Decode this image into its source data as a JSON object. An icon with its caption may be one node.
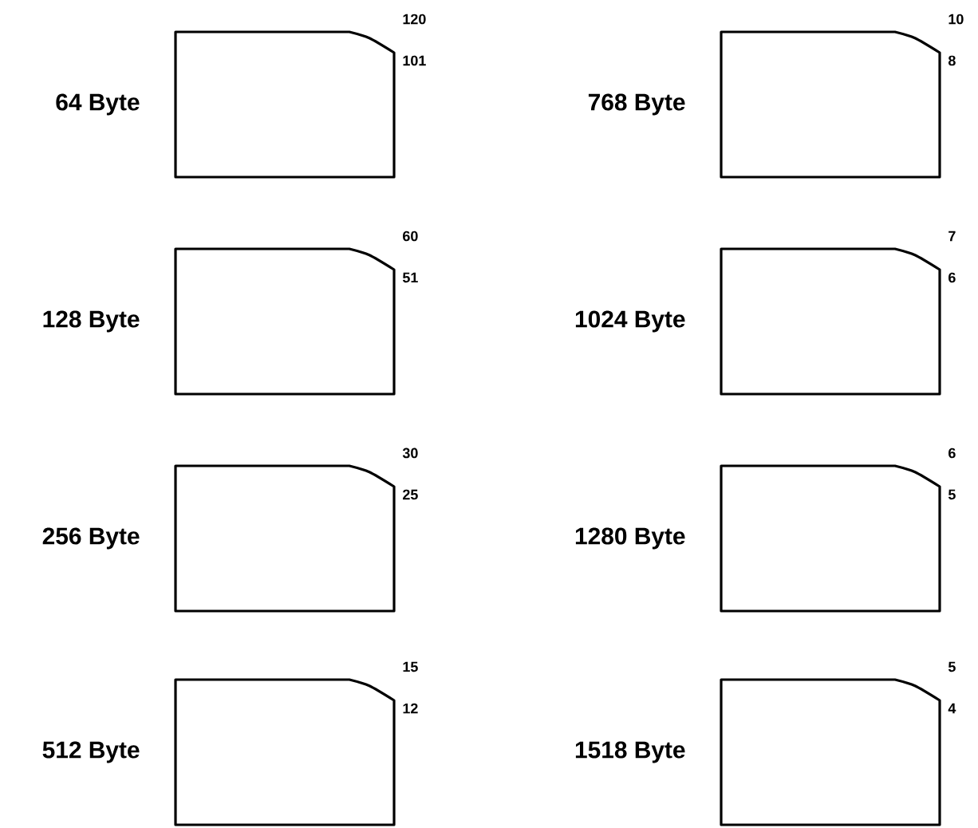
{
  "diagram": {
    "nodes": [
      {
        "text": [],
        "shape": "box",
        "beside": [
          "64 Byte",
          "120",
          "101"
        ]
      },
      {
        "text": [],
        "shape": "box",
        "beside": [
          "128 Byte",
          "60",
          "51"
        ]
      },
      {
        "text": [],
        "shape": "box",
        "beside": [
          "256 Byte",
          "30",
          "25"
        ]
      },
      {
        "text": [],
        "shape": "box",
        "beside": [
          "512 Byte",
          "15",
          "12"
        ]
      },
      {
        "text": [],
        "shape": "box",
        "beside": [
          "768 Byte",
          "10",
          "8"
        ]
      },
      {
        "text": [],
        "shape": "box",
        "beside": [
          "1024 Byte",
          "7",
          "6"
        ]
      },
      {
        "text": [],
        "shape": "box",
        "beside": [
          "1280 Byte",
          "6",
          "5"
        ]
      },
      {
        "text": [],
        "shape": "box",
        "beside": [
          "1518 Byte",
          "5",
          "4"
        ]
      }
    ]
  }
}
